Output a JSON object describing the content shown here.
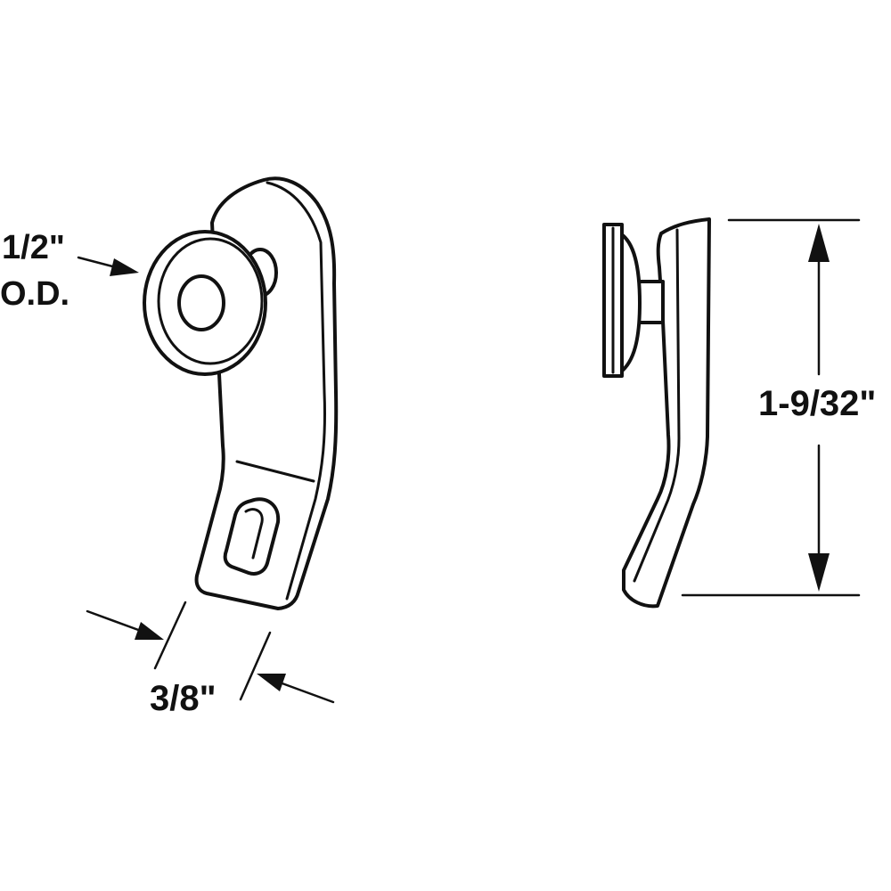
{
  "diagram": {
    "colors": {
      "line": "#111111",
      "background": "#ffffff"
    },
    "labels": {
      "roller_diameter_line1": "1/2\"",
      "roller_diameter_line2": "O.D.",
      "bracket_width": "3/8\"",
      "overall_height": "1-9/32\""
    }
  }
}
